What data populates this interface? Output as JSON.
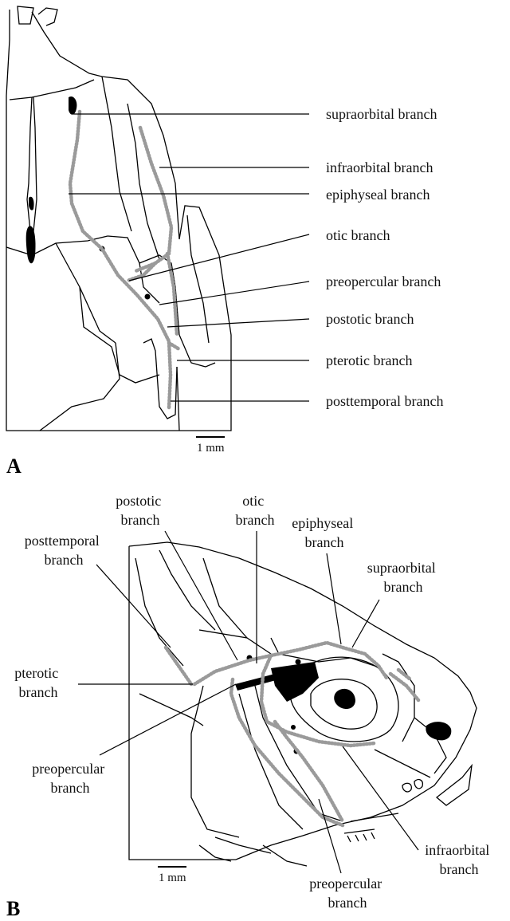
{
  "panels": {
    "a": {
      "letter": "A",
      "scale": "1 mm",
      "labels": [
        "supraorbital branch",
        "infraorbital branch",
        "epiphyseal branch",
        "otic branch",
        "preopercular branch",
        "postotic branch",
        "pterotic branch",
        "posttemporal branch"
      ]
    },
    "b": {
      "letter": "B",
      "scale": "1 mm",
      "labels": {
        "postotic": [
          "postotic",
          "branch"
        ],
        "otic": [
          "otic",
          "branch"
        ],
        "epiphyseal": [
          "epiphyseal",
          "branch"
        ],
        "posttemporal": [
          "posttemporal",
          "branch"
        ],
        "supraorbital": [
          "supraorbital",
          "branch"
        ],
        "pterotic": [
          "pterotic",
          "branch"
        ],
        "preopercular_left": [
          "preopercular",
          "branch"
        ],
        "infraorbital": [
          "infraorbital",
          "branch"
        ],
        "preopercular_bottom": [
          "preopercular",
          "branch"
        ]
      }
    }
  }
}
